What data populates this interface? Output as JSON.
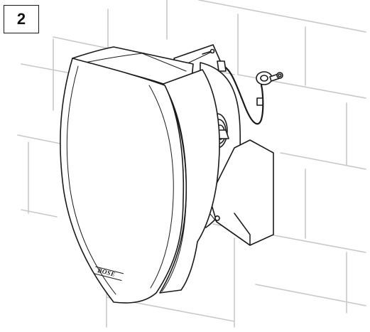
{
  "step": {
    "number": "2"
  },
  "speaker": {
    "logo_text": "BOSE"
  },
  "colors": {
    "line": "#1a1a1a",
    "wall_lines": "#c8c8c8",
    "background": "#ffffff"
  },
  "icons": [
    "speaker-cabinet",
    "mounting-bracket",
    "safety-tether",
    "eye-bolt",
    "wall-anchor"
  ]
}
